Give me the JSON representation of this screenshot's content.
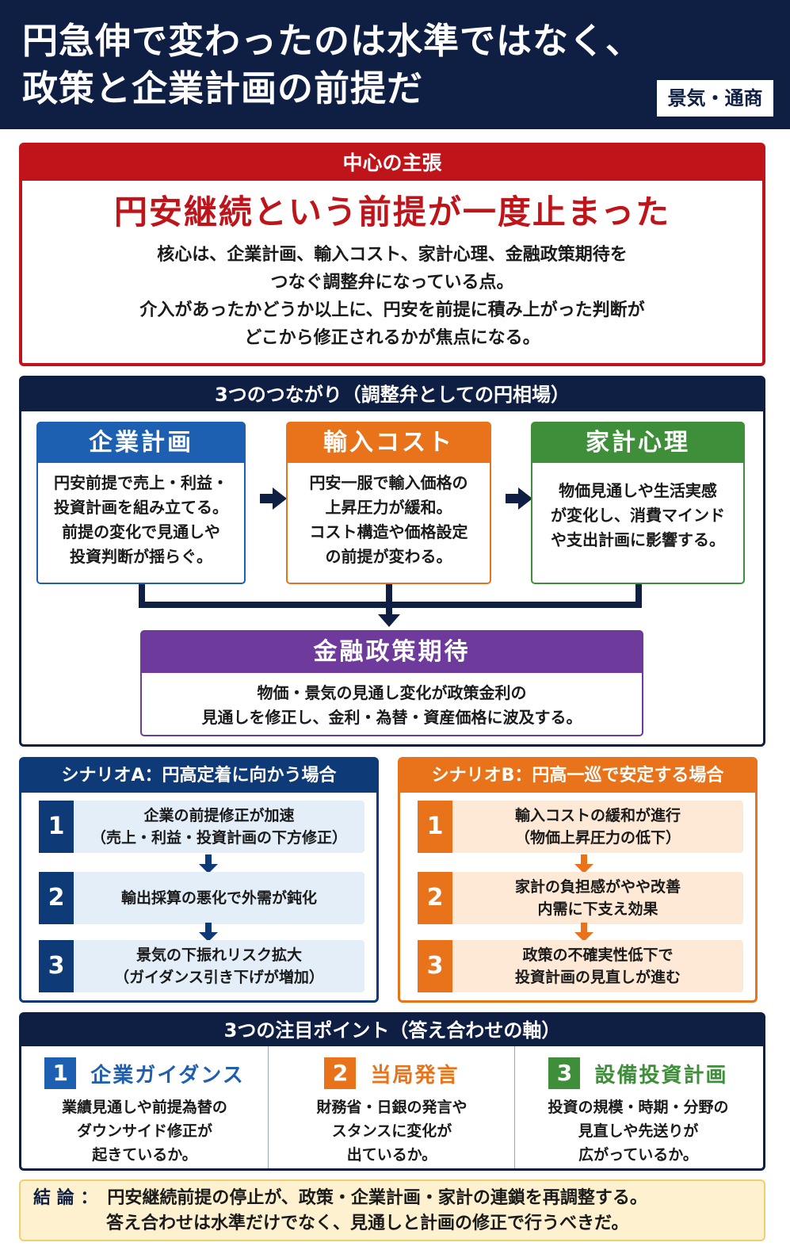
{
  "header": {
    "title_line1": "円急伸で変わったのは水準ではなく、",
    "title_line2": "政策と企業計画の前提だ",
    "category": "景気・通商",
    "bg_color": "#0f1f44"
  },
  "claim": {
    "heading": "中心の主張",
    "main": "円安継続という前提が一度止まった",
    "body": [
      "核心は、企業計画、輸入コスト、家計心理、金融政策期待を",
      "つなぐ調整弁になっている点。",
      "介入があったかどうか以上に、円安を前提に積み上がった判断が",
      "どこから修正されるかが焦点になる。"
    ],
    "color": "#c0141b"
  },
  "connections": {
    "heading": "3つのつながり（調整弁としての円相場）",
    "corporate": {
      "title": "企業計画",
      "body": [
        "円安前提で売上・利益・",
        "投資計画を組み立てる。",
        "前提の変化で見通しや",
        "投資判断が揺らぐ。"
      ],
      "color": "#1d5fb0"
    },
    "import": {
      "title": "輸入コスト",
      "body": [
        "円安一服で輸入価格の",
        "上昇圧力が緩和。",
        "コスト構造や価格設定",
        "の前提が変わる。"
      ],
      "color": "#e8731b"
    },
    "household": {
      "title": "家計心理",
      "body": [
        "物価見通しや生活実感",
        "が変化し、消費マインド",
        "や支出計画に影響する。"
      ],
      "color": "#3f8f3a"
    },
    "monetary": {
      "title": "金融政策期待",
      "body": [
        "物価・景気の見通し変化が政策金利の",
        "見通しを修正し、金利・為替・資産価格に波及する。"
      ],
      "color": "#6e3b9c"
    }
  },
  "scenario_a": {
    "heading": "シナリオA：円高定着に向かう場合",
    "steps": [
      {
        "num": "1",
        "line1": "企業の前提修正が加速",
        "line2": "（売上・利益・投資計画の下方修正）"
      },
      {
        "num": "2",
        "line1": "輸出採算の悪化で外需が鈍化",
        "line2": ""
      },
      {
        "num": "3",
        "line1": "景気の下振れリスク拡大",
        "line2": "（ガイダンス引き下げが増加）"
      }
    ]
  },
  "scenario_b": {
    "heading": "シナリオB：円高一巡で安定する場合",
    "steps": [
      {
        "num": "1",
        "line1": "輸入コストの緩和が進行",
        "line2": "（物価上昇圧力の低下）"
      },
      {
        "num": "2",
        "line1": "家計の負担感がやや改善",
        "line2": "内需に下支え効果"
      },
      {
        "num": "3",
        "line1": "政策の不確実性低下で",
        "line2": "投資計画の見直しが進む"
      }
    ]
  },
  "points": {
    "heading": "3つの注目ポイント（答え合わせの軸）",
    "items": [
      {
        "num": "1",
        "title": "企業ガイダンス",
        "body": [
          "業績見通しや前提為替の",
          "ダウンサイド修正が",
          "起きているか。"
        ],
        "color": "#1d5fb0"
      },
      {
        "num": "2",
        "title": "当局発言",
        "body": [
          "財務省・日銀の発言や",
          "スタンスに変化が",
          "出ているか。"
        ],
        "color": "#e8731b"
      },
      {
        "num": "3",
        "title": "設備投資計画",
        "body": [
          "投資の規模・時期・分野の",
          "見直しや先送りが",
          "広がっているか。"
        ],
        "color": "#3f8f3a"
      }
    ]
  },
  "conclusion": {
    "label": "結 論 ：",
    "line1": "円安継続前提の停止が、政策・企業計画・家計の連鎖を再調整する。",
    "line2": "答え合わせは水準だけでなく、見通しと計画の修正で行うべきだ。"
  }
}
